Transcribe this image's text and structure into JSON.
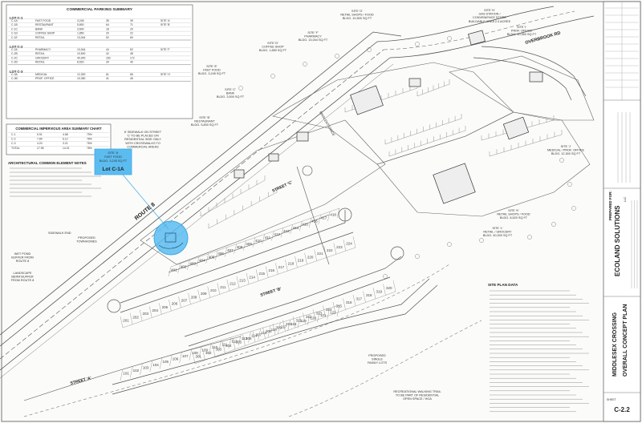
{
  "colors": {
    "highlight": "#3fa9e6",
    "highlight_fill": "#5bbcf0",
    "ink": "#333333",
    "brand_green": "#2e9e48",
    "brand_blue": "#1c5aa8"
  },
  "tables": {
    "parking": {
      "title": "COMMERCIAL PARKING SUMMARY",
      "lots": [
        {
          "label": "LOT C-1",
          "rows": [
            [
              "C-1A",
              "FAST FOOD",
              "3,245",
              "35",
              "39",
              "SITE 'A'"
            ],
            [
              "C-1B",
              "RESTAURANT",
              "5,800",
              "64",
              "71",
              "SITE 'B'"
            ],
            [
              "C-1C",
              "BANK",
              "3,500",
              "18",
              "20",
              ""
            ],
            [
              "C-1D",
              "COFFEE SHOP",
              "1,850",
              "20",
              "22",
              ""
            ],
            [
              "C-1E",
              "RETAIL",
              "13,044",
              "52",
              "60",
              ""
            ]
          ]
        },
        {
          "label": "LOT C-2",
          "rows": [
            [
              "C-2A",
              "PHARMACY",
              "13,044",
              "44",
              "52",
              "SITE 'F'"
            ],
            [
              "C-2B",
              "RETAIL",
              "10,500",
              "42",
              "48",
              ""
            ],
            [
              "C-2C",
              "GROCERY",
              "40,000",
              "160",
              "172",
              ""
            ],
            [
              "C-2D",
              "RETAIL",
              "8,520",
              "34",
              "40",
              ""
            ]
          ]
        },
        {
          "label": "LOT C-3",
          "rows": [
            [
              "C-3A",
              "MEDICAL",
              "12,300",
              "61",
              "66",
              "SITE 'H'"
            ],
            [
              "C-3B",
              "PROF. OFFICE",
              "10,350",
              "41",
              "45",
              ""
            ]
          ]
        }
      ]
    },
    "impervious": {
      "title": "COMMERCIAL IMPERVIOUS AREA SUMMARY CHART",
      "rows": [
        [
          "C-1",
          "5.91",
          "4.68",
          "79%"
        ],
        [
          "C-2",
          "7.84",
          "6.12",
          "78%"
        ],
        [
          "C-3",
          "4.20",
          "3.21",
          "76%"
        ],
        [
          "TOTAL",
          "17.95",
          "14.01",
          "78%"
        ]
      ]
    },
    "arch_notes": {
      "title": "ARCHITECTURAL COMMON ELEMENT NOTES",
      "lines": 8
    }
  },
  "labels": {
    "site_a": [
      "SITE 'A'",
      "FAST FOOD",
      "BLDG. 3,245 SQ FT"
    ],
    "lot_c1a": "Lot C-1A",
    "sidewalk_note": [
      "6' SIDEWALK ON STREET",
      "'C' TO BE PLACED ON",
      "RESIDENTIAL SIDE ONLY",
      "WITH CROSSWALKS TO",
      "COMMERCIAL AREAS"
    ],
    "site_b": [
      "SITE 'B'",
      "RESTAURANT",
      "BLDG. 5,800 SQ FT"
    ],
    "site_c": [
      "SITE 'C'",
      "BANK",
      "BLDG. 3,500 SQ FT"
    ],
    "site_d": [
      "SITE 'D'",
      "COFFEE SHOP",
      "BLDG. 1,850 SQ FT"
    ],
    "site_e": [
      "SITE 'E'",
      "FAST FOOD",
      "BLDG. 3,245 SQ FT"
    ],
    "site_f": [
      "SITE 'F'",
      "PHARMACY",
      "BLDG. 13,044 SQ FT"
    ],
    "site_g": [
      "SITE 'G'",
      "RETAIL SHOPS / FOOD",
      "BLDG. 10,500 SQ FT"
    ],
    "site_gas": [
      "SITE 'H'",
      "GAS STATION /",
      "CONVENIENCE STORE",
      "BUILDABLE AREA 2.4 ACRES"
    ],
    "site_i": [
      "SITE 'I'",
      "PROF. OFFICE",
      "BLDG. 10,350 SQ FT"
    ],
    "site_j": [
      "SITE 'J'",
      "MEDICAL / PROF. OFFICE",
      "BLDG. 12,300 SQ FT"
    ],
    "site_k": [
      "SITE 'K'",
      "RETAIL SHOPS / FOOD",
      "BLDG. 8,520 SQ FT"
    ],
    "site_l": [
      "SITE 'L'",
      "RETAIL / GROCERY",
      "BLDG. 40,000 SQ FT"
    ],
    "route": "ROUTE 8",
    "overbrook": "OVERBROOK RD",
    "main_entrance": "MAIN ENTRANCE",
    "street_a": "STREET 'A'",
    "street_b": "STREET 'B'",
    "street_c": "STREET 'C'",
    "sidewalk_end": "SIDEWALK END",
    "townhomes": [
      "PROPOSED",
      "TOWNHOMES"
    ],
    "wet_pond": [
      "WET POND",
      "BUFFER FROM",
      "ROUTE 8"
    ],
    "landscape": [
      "LANDSCAPE",
      "BERM BUFFER",
      "FROM ROUTE 8"
    ],
    "single_family": [
      "PROPOSED",
      "SINGLE",
      "FAMILY LOTS"
    ],
    "walking_trail": [
      "RECREATIONAL WALKING TRAIL",
      "TO BE PART OF RESIDENTIAL",
      "OPEN SPACE / HOA"
    ],
    "site_plan_data": "SITE PLAN DATA"
  },
  "title_block": {
    "prepared_for": "PREPARED FOR:",
    "project": "MIDDLESEX CROSSING",
    "drawing": "OVERALL CONCEPT PLAN",
    "brand": "ECOLAND SOLUTIONS",
    "brand_suffix": "LLC",
    "sheet_label": "SHEET",
    "sheet": "C-2.2"
  }
}
